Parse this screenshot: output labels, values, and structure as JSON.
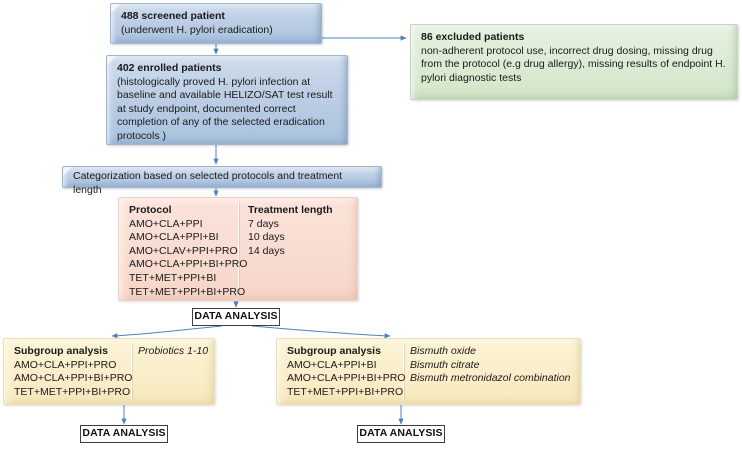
{
  "diagram": {
    "title": "H. pylori eradication study flow diagram",
    "colors": {
      "blue_box": "#bfd0e6",
      "green_box": "#ddecd6",
      "pink_box": "#f9ddd2",
      "yellow_box": "#faeecb",
      "connector": "#4f81bd",
      "plain_border": "#3e3e3e"
    }
  },
  "screened": {
    "heading": "488 screened patient",
    "subtext": "(underwent H. pylori eradication)"
  },
  "enrolled": {
    "heading": "402 enrolled patients",
    "body": "(histologically proved H. pylori infection at baseline and available HELIZO/SAT test result at study endpoint, documented correct completion of any of the selected eradication protocols )"
  },
  "excluded": {
    "heading": "86 excluded patients",
    "body": "non-adherent protocol use, incorrect drug dosing, missing drug from the protocol (e.g drug allergy), missing results of endpoint H. pylori diagnostic tests"
  },
  "categorization": {
    "label": "Categorization  based on selected protocols and treatment length"
  },
  "protocol_table": {
    "protocol_header": "Protocol",
    "protocols": [
      "AMO+CLA+PPI",
      "AMO+CLA+PPI+BI",
      "AMO+CLAV+PPI+PRO",
      "AMO+CLA+PPI+BI+PRO",
      "TET+MET+PPI+BI",
      "TET+MET+PPI+BI+PRO"
    ],
    "length_header": "Treatment length",
    "lengths": [
      "7 days",
      "10 days",
      "14 days"
    ]
  },
  "data_analysis_main": {
    "label": "DATA ANALYSIS"
  },
  "subgroup_left": {
    "heading": "Subgroup analysis",
    "protocols": [
      "AMO+CLA+PPI+PRO",
      "AMO+CLA+PPI+BI+PRO",
      "TET+MET+PPI+BI+PRO"
    ],
    "notes": [
      "Probiotics 1-10"
    ],
    "data_analysis_label": "DATA ANALYSIS"
  },
  "subgroup_right": {
    "heading": "Subgroup analysis",
    "protocols": [
      "AMO+CLA+PPI+BI",
      "AMO+CLA+PPI+BI+PRO",
      "TET+MET+PPI+BI+PRO"
    ],
    "notes": [
      "Bismuth oxide",
      "Bismuth citrate",
      "Bismuth metronidazol combination"
    ],
    "data_analysis_label": "DATA ANALYSIS"
  }
}
